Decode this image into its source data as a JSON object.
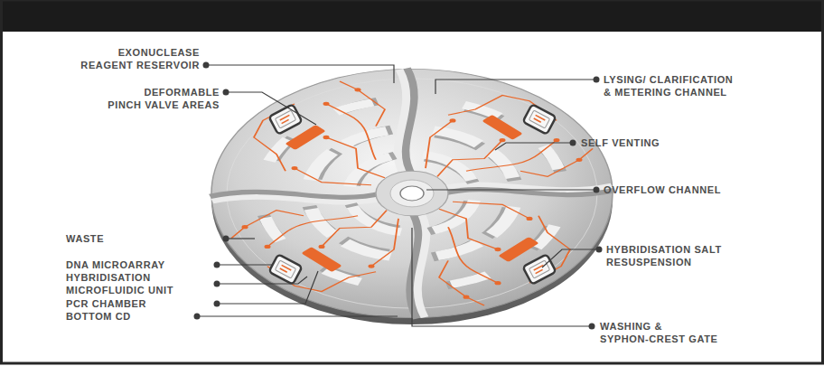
{
  "diagram": {
    "labels": [
      "EXONUCLEASE REAGENT RESERVOIR",
      "LYSING/ CLARIFICATION & METERING CHANNEL",
      "DEFORMABLE PINCH VALVE AREAS",
      "SELF VENTING",
      "OVERFLOW CHANNEL",
      "WASTE",
      "HYBRIDISATION SALT RESUSPENSION",
      "DNA MICROARRAY",
      "HYBRIDISATION MICROFLUIDIC UNIT",
      "PCR CHAMBER",
      "WASHING & SYPHON-CREST GATE",
      "BOTTOM CD"
    ]
  }
}
